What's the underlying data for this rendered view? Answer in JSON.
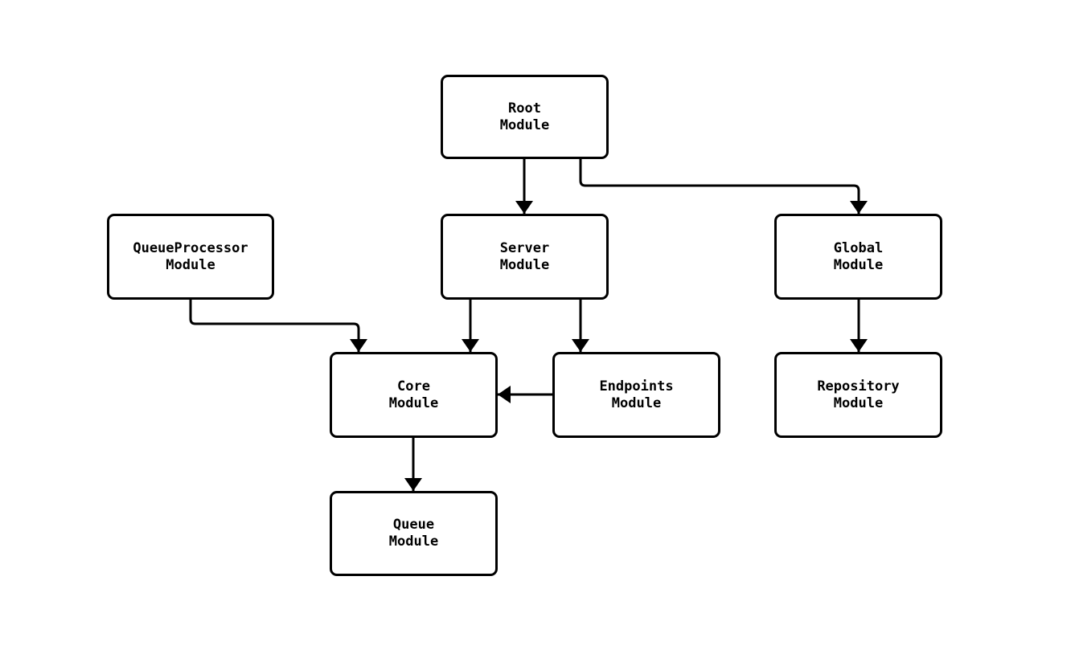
{
  "diagram": {
    "type": "flowchart",
    "background_color": "#ffffff",
    "node_fill_color": "#ffffff",
    "node_border_color": "#000000",
    "text_color": "#000000",
    "arrow_color": "#000000",
    "nodes": [
      {
        "id": "root",
        "lines": [
          "Root",
          "Module"
        ]
      },
      {
        "id": "queueprocessor",
        "lines": [
          "QueueProcessor",
          "Module"
        ]
      },
      {
        "id": "server",
        "lines": [
          "Server",
          "Module"
        ]
      },
      {
        "id": "global",
        "lines": [
          "Global",
          "Module"
        ]
      },
      {
        "id": "core",
        "lines": [
          "Core",
          "Module"
        ]
      },
      {
        "id": "endpoints",
        "lines": [
          "Endpoints",
          "Module"
        ]
      },
      {
        "id": "repository",
        "lines": [
          "Repository",
          "Module"
        ]
      },
      {
        "id": "queue",
        "lines": [
          "Queue",
          "Module"
        ]
      }
    ],
    "edges": [
      {
        "from": "Root Module",
        "to": "Server Module"
      },
      {
        "from": "Root Module",
        "to": "Global Module"
      },
      {
        "from": "QueueProcessor Module",
        "to": "Core Module"
      },
      {
        "from": "Server Module",
        "to": "Core Module"
      },
      {
        "from": "Server Module",
        "to": "Endpoints Module"
      },
      {
        "from": "Endpoints Module",
        "to": "Core Module"
      },
      {
        "from": "Global Module",
        "to": "Repository Module"
      },
      {
        "from": "Core Module",
        "to": "Queue Module"
      }
    ]
  }
}
